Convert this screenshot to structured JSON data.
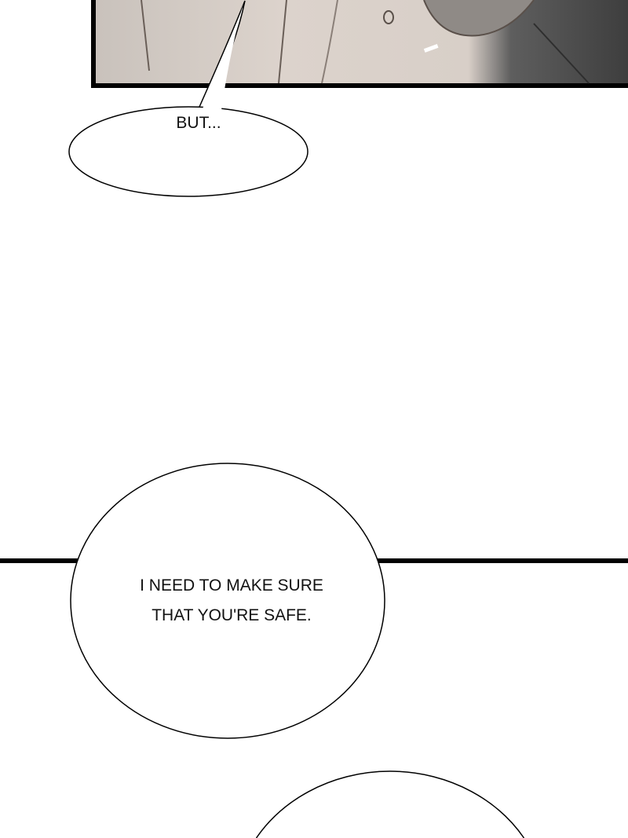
{
  "bubbles": [
    {
      "text_lines": [
        "BUT..."
      ]
    },
    {
      "text_lines": [
        "I NEED TO MAKE SURE",
        "THAT YOU'RE SAFE."
      ]
    },
    {
      "text_lines": []
    }
  ],
  "colors": {
    "panel_border": "#000000",
    "panel_light": "#d9d0c8",
    "panel_dark": "#4a4a4a"
  }
}
